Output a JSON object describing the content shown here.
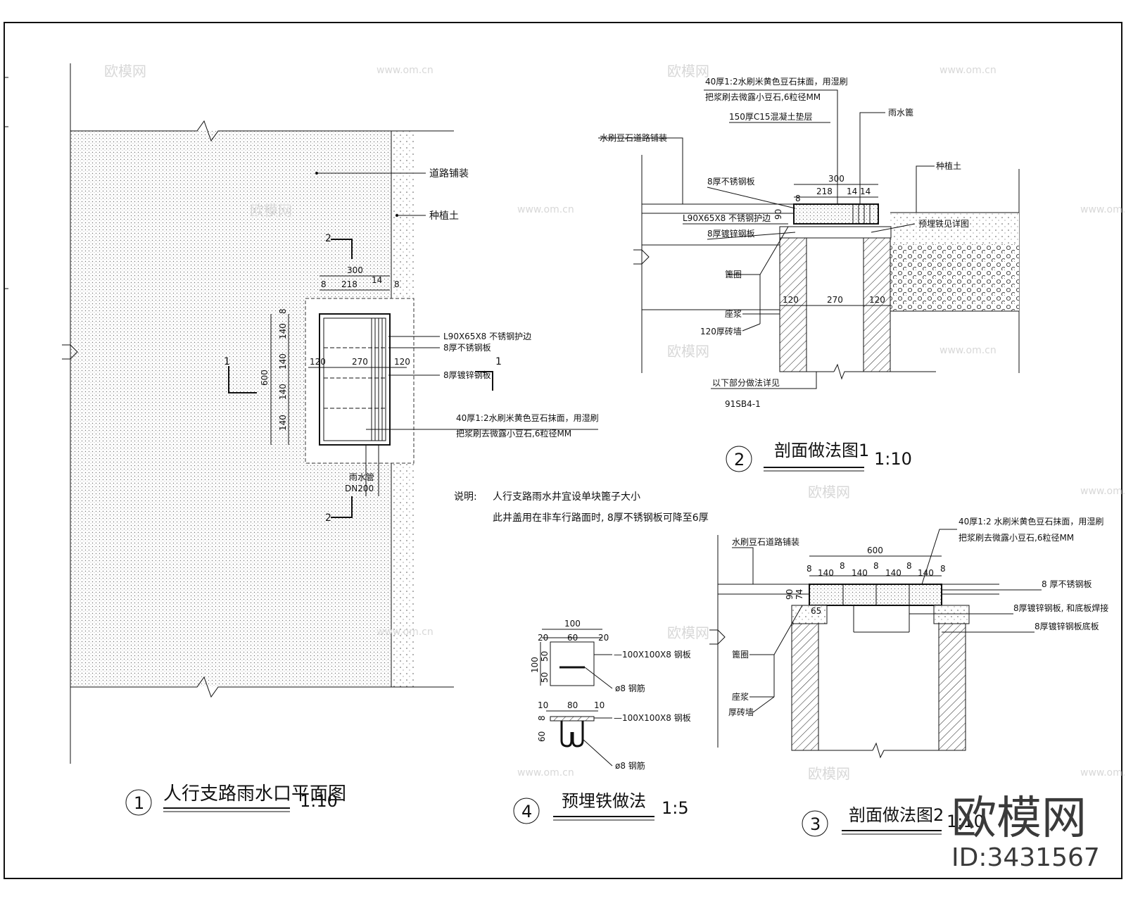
{
  "watermark": {
    "logo": "欧模网",
    "url": "www.om.cn",
    "id_text": "ID:3431567"
  },
  "plan": {
    "title_num": "1",
    "title": "人行支路雨水口平面图",
    "scale": "1:10",
    "labels": {
      "road_paving": "道路铺装",
      "planting_soil": "种植土",
      "angle_steel": "L90X65X8  不锈钢护边",
      "ss_plate": "8厚不锈钢板",
      "galv_plate": "8厚镀锌钢板",
      "finish_1": "40厚1:2水刷米黄色豆石抹面，用湿刷",
      "finish_2": "把浆刷去微露小豆石,6粒径MM",
      "pipe_1": "雨水管",
      "pipe_2": "DN200",
      "section_1": "1",
      "section_2": "2"
    },
    "dims": {
      "w300": "300",
      "w218": "218",
      "w270": "270",
      "w120": "120",
      "w120b": "120",
      "h600": "600",
      "h140": "140",
      "h8": "8",
      "w14": "14",
      "w8": "8"
    }
  },
  "notes": {
    "prefix": "说明:",
    "line1": "人行支路雨水井宜设单块篦子大小",
    "line2": "此井盖用在非车行路面时, 8厚不锈钢板可降至6厚"
  },
  "section1": {
    "title_num": "2",
    "title": "剖面做法图1",
    "scale": "1:10",
    "labels": {
      "finish_1": "40厚1:2水刷米黄色豆石抹面，用湿刷",
      "finish_2": "把浆刷去微露小豆石,6粒径MM",
      "concrete": "150厚C15混凝土垫层",
      "grate": "雨水篦",
      "road": "水刷豆石道路铺装",
      "soil": "种植土",
      "ss_plate": "8厚不锈钢板",
      "angle": "L90X65X8 不锈钢护边",
      "embed": "预埋铁见详图",
      "galv": "8厚镀锌钢板",
      "curb": "篦圈",
      "mortar": "座浆",
      "brick": "120厚砖墙",
      "below_1": "以下部分做法详见",
      "below_2": "91SB4-1"
    },
    "dims": {
      "w300": "300",
      "w218": "218",
      "w14": "14",
      "w270": "270",
      "w120": "120",
      "h90": "90",
      "w8": "8"
    }
  },
  "section2": {
    "title_num": "3",
    "title": "剖面做法图2",
    "scale": "1:10",
    "labels": {
      "finish_1": "40厚1:2 水刷米黄色豆石抹面，用湿刷",
      "finish_2": "把浆刷去微露小豆石,6粒径MM",
      "road": "水刷豆石道路铺装",
      "ss_plate": "8 厚不锈钢板",
      "galv_weld": "8厚镀锌钢板, 和底板焊接",
      "galv_base": "8厚镀锌钢板底板",
      "curb": "篦圈",
      "mortar": "座浆",
      "brick": "厚砖墙"
    },
    "dims": {
      "w600": "600",
      "w140": "140",
      "w8": "8",
      "h90": "90",
      "h74": "74",
      "h65": "65"
    }
  },
  "embed_detail": {
    "title_num": "4",
    "title": "预埋铁做法",
    "scale": "1:5",
    "labels": {
      "plate_1": "—100X100X8  钢板",
      "bar_1": "ø8 钢筋",
      "plate_2": "—100X100X8 钢板",
      "bar_2": "ø8 钢筋"
    },
    "dims": {
      "w100": "100",
      "w60": "60",
      "w20": "20",
      "h50": "50",
      "h100": "100",
      "w10": "10",
      "w80": "80",
      "h60": "60",
      "h8": "8"
    }
  }
}
